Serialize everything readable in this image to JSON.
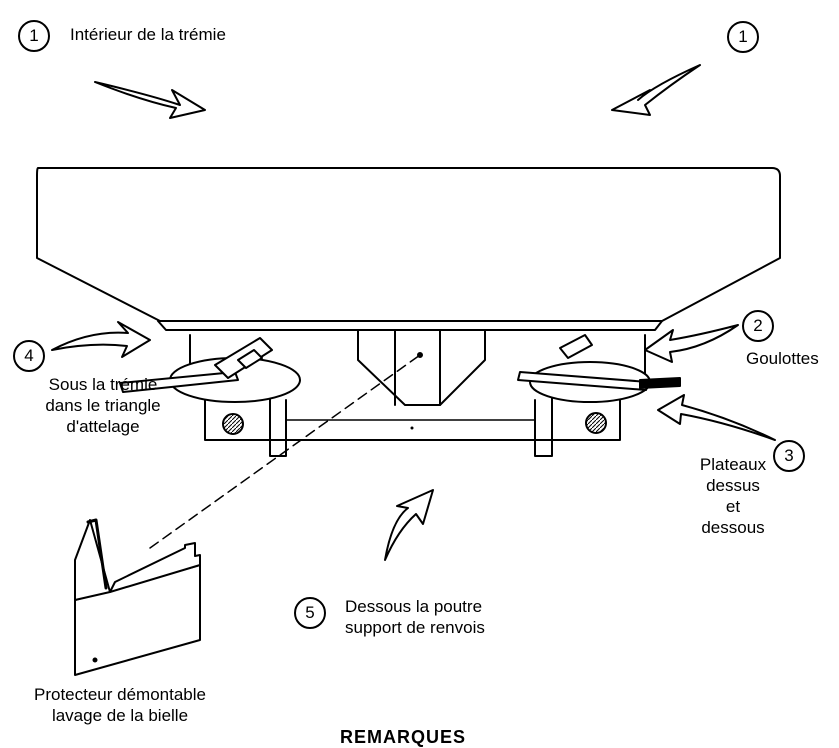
{
  "callouts": [
    {
      "number": "1",
      "label": "Intérieur de la trémie"
    },
    {
      "number": "1",
      "label": ""
    },
    {
      "number": "2",
      "label": "Goulottes"
    },
    {
      "number": "3",
      "label_lines": [
        "Plateaux",
        "dessus",
        "et",
        "dessous"
      ]
    },
    {
      "number": "4",
      "label_lines": [
        "Sous la trémie",
        "dans le triangle",
        "d'attelage"
      ]
    },
    {
      "number": "5",
      "label_lines": [
        "Dessous la poutre",
        "support de renvois"
      ]
    }
  ],
  "protector": {
    "label_lines": [
      "Protecteur démontable",
      "lavage de la bielle"
    ]
  },
  "section_title": "REMARQUES"
}
